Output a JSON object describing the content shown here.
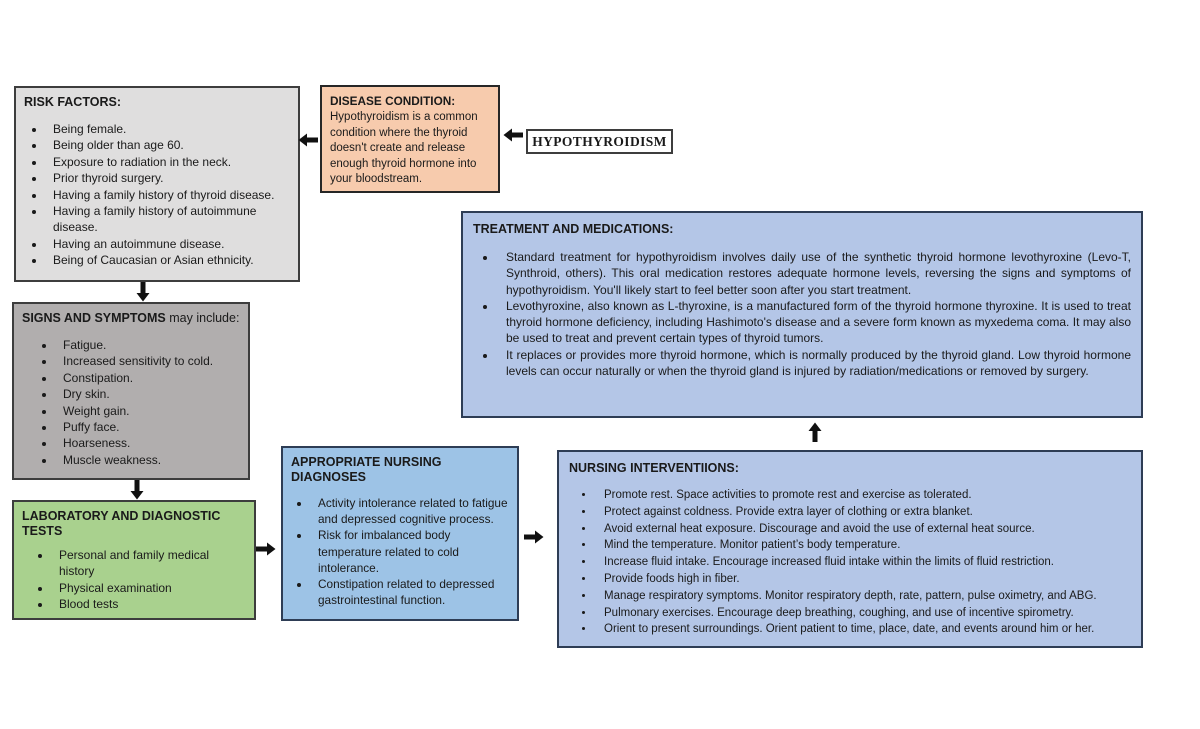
{
  "title_box": {
    "label": "HYPOTHYROIDISM"
  },
  "boxes": {
    "risk_factors": {
      "heading": "RISK FACTORS:",
      "items": [
        "Being female.",
        "Being older than age 60.",
        "Exposure to radiation in the neck.",
        "Prior thyroid surgery.",
        "Having a family history of thyroid disease.",
        "Having a family history of autoimmune disease.",
        "Having an autoimmune disease.",
        "Being of Caucasian or Asian ethnicity."
      ]
    },
    "disease_condition": {
      "heading": "DISEASE CONDITION:",
      "body": "Hypothyroidism is a common condition where the thyroid doesn't create and release enough thyroid hormone into your bloodstream."
    },
    "signs_symptoms": {
      "heading_bold": "SIGNS AND SYMPTOMS",
      "heading_rest": " may include:",
      "items": [
        "Fatigue.",
        "Increased sensitivity to cold.",
        "Constipation.",
        "Dry skin.",
        "Weight gain.",
        "Puffy face.",
        "Hoarseness.",
        "Muscle weakness."
      ]
    },
    "laboratory": {
      "heading": "LABORATORY AND DIAGNOSTIC TESTS",
      "items": [
        "Personal and family medical history",
        "Physical examination",
        "Blood tests"
      ]
    },
    "treatment": {
      "heading": "TREATMENT AND MEDICATIONS:",
      "items": [
        "Standard treatment for hypothyroidism involves daily use of the synthetic thyroid hormone levothyroxine (Levo-T, Synthroid, others). This oral medication restores adequate hormone levels, reversing the signs and symptoms of hypothyroidism. You'll likely start to feel better soon after you start treatment.",
        "Levothyroxine, also known as L-thyroxine, is a manufactured form of the thyroid hormone thyroxine. It is used to treat thyroid hormone deficiency, including Hashimoto's disease and a severe form known as myxedema coma. It may also be used to treat and prevent certain types of thyroid tumors.",
        "It replaces or provides more thyroid hormone, which is normally produced by the thyroid gland. Low thyroid hormone levels can occur naturally or when the thyroid gland is injured by radiation/medications or removed by surgery."
      ]
    },
    "diagnoses": {
      "heading": "APPROPRIATE NURSING DIAGNOSES",
      "items": [
        "Activity intolerance related to fatigue and depressed cognitive process.",
        "Risk for imbalanced body temperature related to cold intolerance.",
        "Constipation related to depressed gastrointestinal function."
      ]
    },
    "interventions": {
      "heading": "NURSING INTERVENTIIONS:",
      "items": [
        "Promote rest. Space activities to promote rest and exercise as tolerated.",
        "Protect against coldness. Provide extra layer of clothing or extra blanket.",
        "Avoid external heat exposure. Discourage and avoid the use of external heat source.",
        "Mind the temperature. Monitor patient’s body temperature.",
        "Increase fluid intake. Encourage increased fluid intake within the limits of fluid restriction.",
        "Provide foods high in fiber.",
        "Manage respiratory symptoms. Monitor respiratory depth, rate, pattern, pulse oximetry, and ABG.",
        "Pulmonary exercises. Encourage deep breathing, coughing, and use of incentive spirometry.",
        "Orient to present surroundings. Orient patient to time, place, date, and events around him or her."
      ]
    }
  },
  "arrows": [
    {
      "name": "disease-to-risk-arrow",
      "direction": "left"
    },
    {
      "name": "hypothyroidism-to-disease-arrow",
      "direction": "left"
    },
    {
      "name": "risk-to-signs-arrow",
      "direction": "down"
    },
    {
      "name": "signs-to-laboratory-arrow",
      "direction": "down"
    },
    {
      "name": "laboratory-to-diagnoses-arrow",
      "direction": "right"
    },
    {
      "name": "diagnoses-to-interventions-arrow",
      "direction": "right"
    },
    {
      "name": "interventions-to-treatment-arrow",
      "direction": "up"
    }
  ],
  "colors": {
    "risk_factors_bg": "#dfdede",
    "signs_symptoms_bg": "#b1aeae",
    "disease_condition_bg": "#f7cbad",
    "laboratory_bg": "#a9d18e",
    "treatment_bg": "#b4c6e7",
    "diagnoses_bg": "#9dc3e6",
    "interventions_bg": "#b4c6e7",
    "arrow_color": "#111111",
    "blue_border": "#2e3d55",
    "gray_border": "#3d3d3d"
  }
}
